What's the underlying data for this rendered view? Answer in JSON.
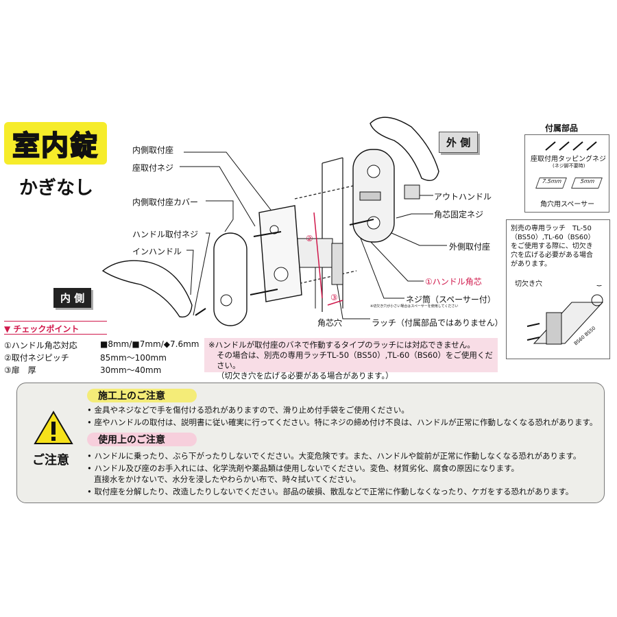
{
  "title": "室内錠",
  "subtitle": "かぎなし",
  "labels": {
    "inner_mount_seat": "内側取付座",
    "seat_screw": "座取付ネジ",
    "inner_seat_cover": "内側取付座カバー",
    "handle_screw": "ハンドル取付ネジ",
    "in_handle": "インハンドル",
    "inside": "内 側",
    "outside": "外 側",
    "out_handle": "アウトハンドル",
    "spindle_fix_screw": "角芯固定ネジ",
    "outer_mount_seat": "外側取付座",
    "handle_spindle": "①ハンドル角芯",
    "screw_tube": "ネジ筒（スペーサー付）",
    "spindle_hole": "角芯穴",
    "latch": "ラッチ（付属部品ではありません）",
    "dim1": "②",
    "dim2": "③",
    "tiny_note": "※切欠き穴が小さい場合はスペーサーを使用してください"
  },
  "checkpoint": {
    "header": "▼ チェックポイント",
    "rows": [
      {
        "label": "①ハンドル角芯対応",
        "value": "■8mm/■7mm/◆7.6mm"
      },
      {
        "label": "②取付ネジピッチ",
        "value": "85mm〜100mm"
      },
      {
        "label": "③扉　厚",
        "value": "30mm〜40mm"
      }
    ]
  },
  "pink_note": [
    "※ハンドルが取付座のバネで作動するタイプのラッチには対応できません。",
    "その場合は、別売の専用ラッチTL-50（BS50）,TL-60（BS60）をご使用ください。",
    "（切欠き穴を広げる必要がある場合があります。）"
  ],
  "parts": {
    "title": "付属部品",
    "screws_label": "座取付用タッピングネジ",
    "screws_note": "(ネジ脚不要時)",
    "spacer1": "7.5mm",
    "spacer2": "5mm",
    "spacer_label": "角穴用スペーサー"
  },
  "latch_info": {
    "text": [
      "別売の専用ラッチ　TL-50",
      "（BS50）,TL-60（BS60）",
      "をご使用する際に、切欠き",
      "穴を広げる必要がある場合",
      "があります。"
    ],
    "notch": "切欠き穴",
    "bs": "BS60  BS50"
  },
  "caution": {
    "icon_label": "ご注意",
    "install_title": "施工上のご注意",
    "install_items": [
      "金具やネジなどで手を傷付ける恐れがありますので、滑り止め付手袋をご使用ください。",
      "座やハンドルの取付は、説明書に従い確実に行ってください。特にネジの締め付け不良は、ハンドルが正常に作動しなくなる恐れがあります。"
    ],
    "use_title": "使用上のご注意",
    "use_items": [
      "ハンドルに乗ったり、ぶら下がったりしないでください。大変危険です。また、ハンドルや錠前が正常に作動しなくなる恐れがあります。",
      "ハンドル及び座のお手入れには、化学洗剤や薬品類は使用しないでください。変色、材質劣化、腐食の原因になります。",
      "直接水をかけないで、水分を浸したやわらかい布で、時々拭いてください。",
      "取付座を分解したり、改造したりしないでください。部品の破損、散乱などで正常に作動しなくなったり、ケガをする恐れがあります。"
    ]
  }
}
